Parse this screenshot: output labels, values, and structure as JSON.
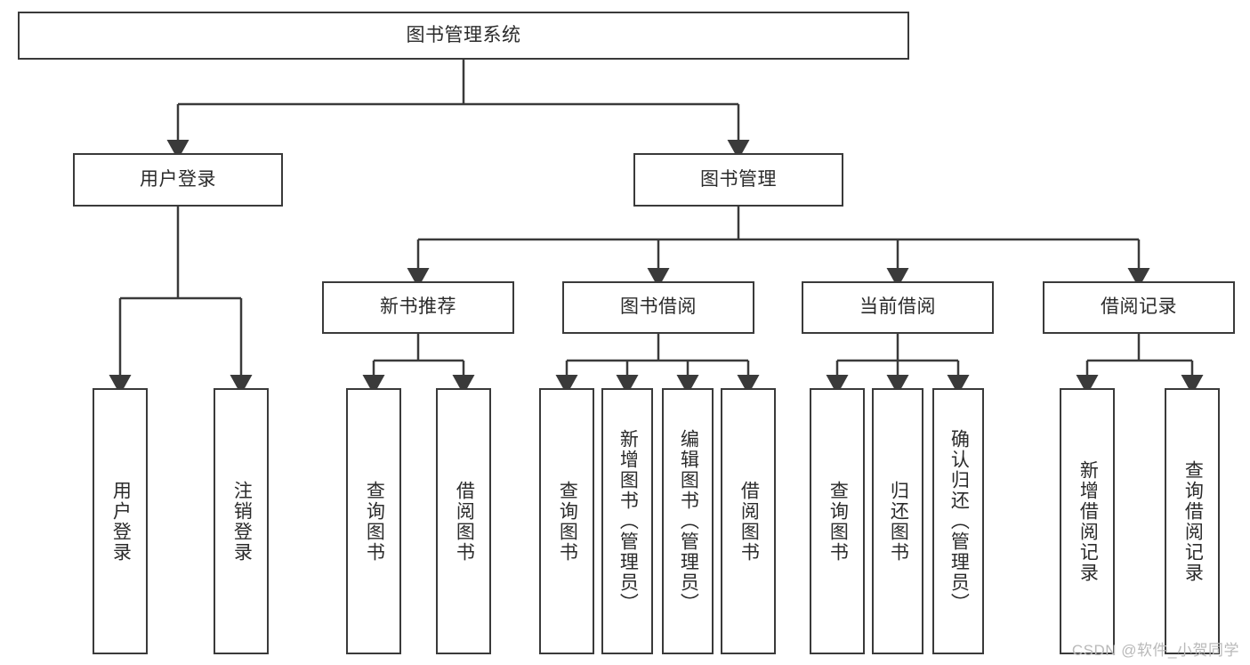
{
  "diagram": {
    "type": "tree",
    "title": "图书管理系统",
    "orientation": "top-down",
    "colors": {
      "background": "#ffffff",
      "node_border": "#3a3a3a",
      "node_fill": "#ffffff",
      "text": "#2b2b2b",
      "edge": "#3a3a3a",
      "watermark": "#b9b9b9"
    },
    "root": {
      "label": "图书管理系统"
    },
    "level1": [
      {
        "label": "用户登录"
      },
      {
        "label": "图书管理"
      }
    ],
    "level2": [
      {
        "label": "新书推荐"
      },
      {
        "label": "图书借阅"
      },
      {
        "label": "当前借阅"
      },
      {
        "label": "借阅记录"
      }
    ],
    "leaves": {
      "user_login": [
        {
          "label": "用户登录"
        },
        {
          "label": "注销登录"
        }
      ],
      "new_book_recommend": [
        {
          "label": "查询图书"
        },
        {
          "label": "借阅图书"
        }
      ],
      "book_borrow": [
        {
          "label": "查询图书"
        },
        {
          "label": "新增图书（管理员）"
        },
        {
          "label": "编辑图书（管理员）"
        },
        {
          "label": "借阅图书"
        }
      ],
      "current_borrow": [
        {
          "label": "查询图书"
        },
        {
          "label": "归还图书"
        },
        {
          "label": "确认归还（管理员）"
        }
      ],
      "borrow_record": [
        {
          "label": "新增借阅记录"
        },
        {
          "label": "查询借阅记录"
        }
      ]
    }
  },
  "watermark": {
    "text": "CSDN @软件_小贺同学"
  }
}
